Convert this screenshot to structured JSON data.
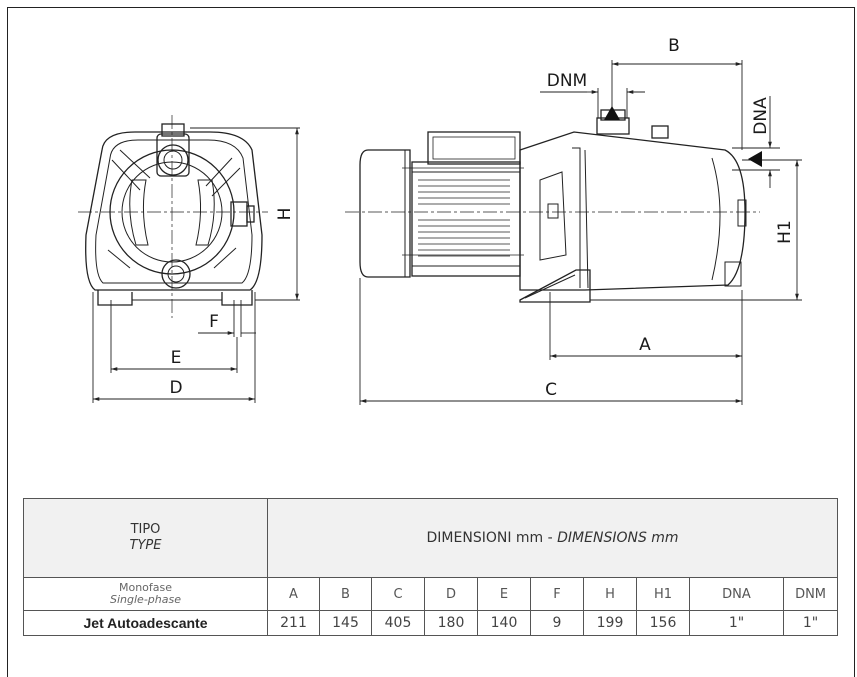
{
  "dimension_labels": {
    "A": "A",
    "B": "B",
    "C": "C",
    "D": "D",
    "E": "E",
    "F": "F",
    "H": "H",
    "H1": "H1",
    "DNA": "DNA",
    "DNM": "DNM"
  },
  "table": {
    "type_label": "TIPO",
    "type_label_en": "TYPE",
    "dimensions_label": "DIMENSIONI mm - ",
    "dimensions_label_en": "DIMENSIONS mm",
    "phase_label": "Monofase",
    "phase_label_en": "Single-phase",
    "columns": [
      "A",
      "B",
      "C",
      "D",
      "E",
      "F",
      "H",
      "H1",
      "DNA",
      "DNM"
    ],
    "rows": [
      {
        "model": "Jet Autoadescante",
        "values": [
          "211",
          "145",
          "405",
          "180",
          "140",
          "9",
          "199",
          "156",
          "1\"",
          "1\""
        ]
      }
    ]
  }
}
